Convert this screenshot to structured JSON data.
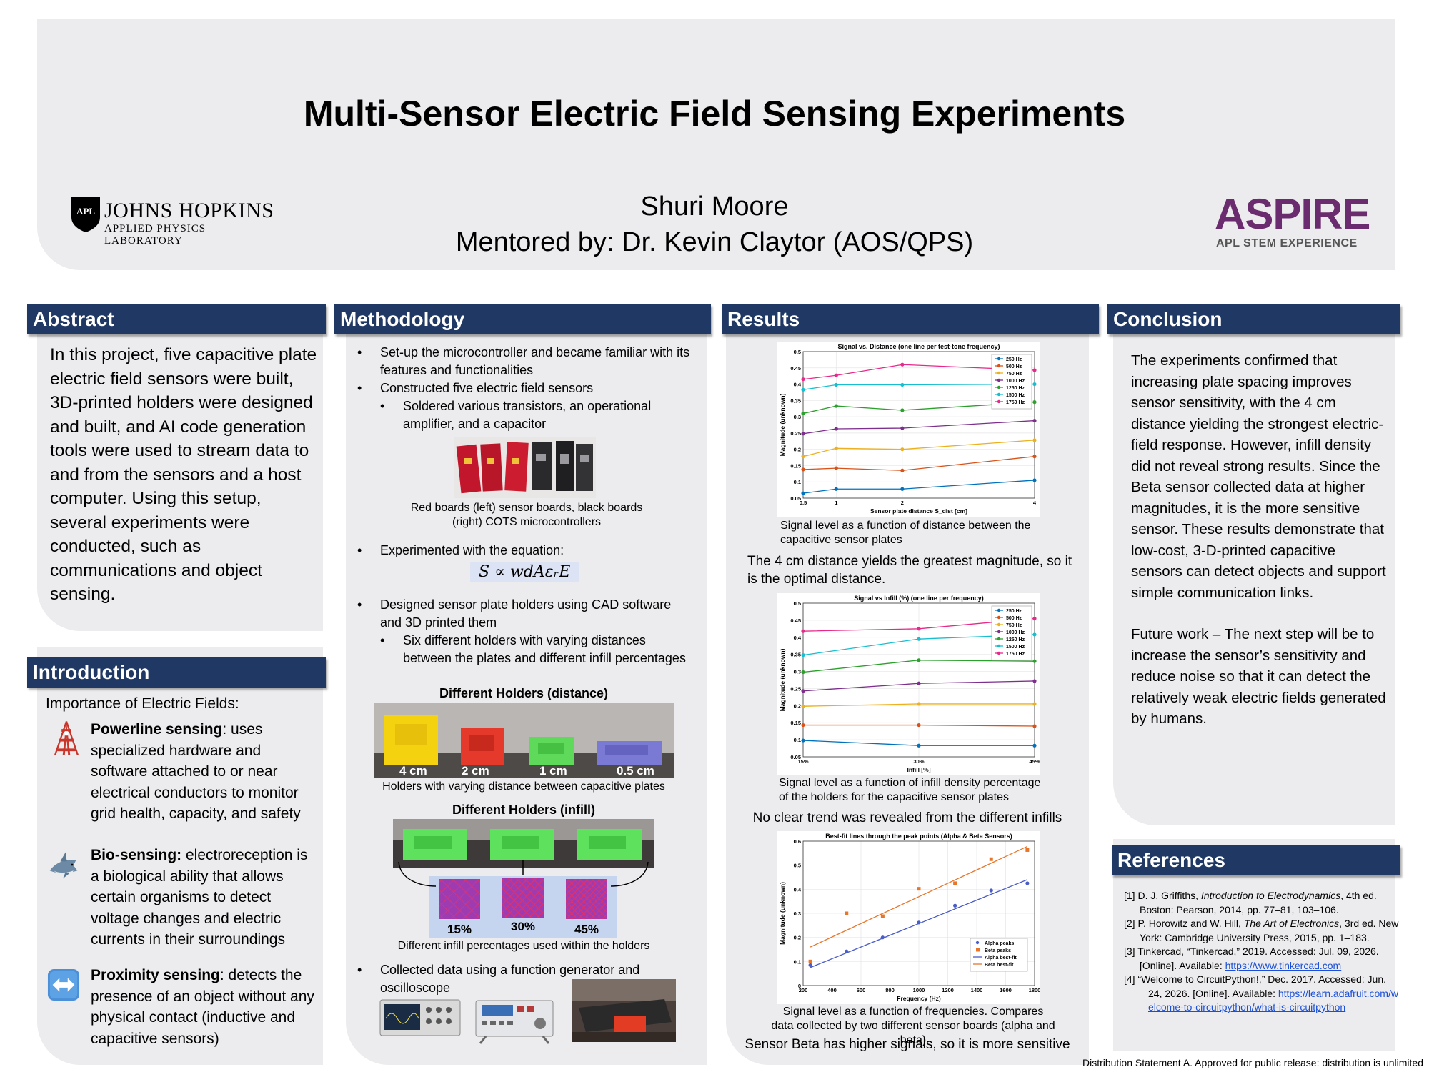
{
  "header": {
    "title": "Multi-Sensor Electric Field Sensing Experiments",
    "author": "Shuri Moore",
    "mentor": "Mentored by: Dr. Kevin Claytor (AOS/QPS)",
    "logo_left_name": "JOHNS HOPKINS",
    "logo_left_sub": "APPLIED PHYSICS LABORATORY",
    "logo_left_mark": "APL",
    "logo_right_name": "ASPIRE",
    "logo_right_sub": "APL STEM EXPERIENCE"
  },
  "colors": {
    "header_bar": "#1f3864",
    "panel": "#ececee",
    "aspire": "#6a2c6e"
  },
  "abstract": {
    "heading": "Abstract",
    "text": "In this project, five capacitive plate electric field sensors were built, 3D-printed holders were designed and built, and AI code generation tools were used to stream data to and from the sensors and a host computer. Using this setup, several experiments were conducted, such as communications and object sensing."
  },
  "introduction": {
    "heading": "Introduction",
    "lead": "Importance of Electric Fields:",
    "items": [
      {
        "icon": "tower-icon",
        "term": "Powerline sensing",
        "text": ": uses specialized hardware and software attached to or near electrical conductors to monitor grid health, capacity, and safety"
      },
      {
        "icon": "shark-icon",
        "term": "Bio-sensing:",
        "text": " electroreception is a biological ability that allows certain organisms to detect voltage changes and electric currents in their surroundings"
      },
      {
        "icon": "left-right-arrow-icon",
        "term": "Proximity sensing",
        "text": ": detects the presence of an object without any physical contact (inductive and capacitive sensors)"
      }
    ]
  },
  "methodology": {
    "heading": "Methodology",
    "b1": "Set-up the microcontroller and became familiar with its features and functionalities",
    "b2": "Constructed five electric field sensors",
    "b2a": "Soldered various transistors, an operational amplifier, and a capacitor",
    "boards_caption": "Red boards (left) sensor boards, black boards (right) COTS microcontrollers",
    "b3": "Experimented with the equation:",
    "equation": "S ∝ wdAεᵣE",
    "b4": "Designed sensor plate holders using CAD software and 3D printed them",
    "b4a": "Six different holders with varying distances between the plates and different infill percentages",
    "holders_distance_title": "Different Holders (distance)",
    "holder_labels": [
      "4 cm",
      "2 cm",
      "1 cm",
      "0.5 cm"
    ],
    "holders_distance_caption": "Holders with varying distance between capacitive plates",
    "holders_infill_title": "Different Holders (infill)",
    "infill_labels": [
      "15%",
      "30%",
      "45%"
    ],
    "holders_infill_caption": "Different infill percentages used within the holders",
    "b5": "Collected data using a function generator and oscilloscope"
  },
  "results": {
    "heading": "Results",
    "chart1_caption": "Signal level as a function of distance between the capacitive sensor plates",
    "chart1_finding": "The 4 cm distance yields the greatest magnitude, so it is the optimal distance.",
    "chart2_caption": "Signal level as a function of infill density percentage of the holders for the capacitive sensor plates",
    "chart2_finding": "No clear trend was revealed from the different infills",
    "chart3_caption": "Signal level as a function of frequencies. Compares data collected by two different sensor boards (alpha and beta)",
    "chart3_finding": "Sensor Beta has higher signals, so it is more sensitive"
  },
  "conclusion": {
    "heading": "Conclusion",
    "p1": "The experiments confirmed that increasing plate spacing improves sensor sensitivity, with the 4 cm distance yielding the strongest electric-field response. However, infill density did not reveal strong results. Since the Beta sensor collected data at higher magnitudes, it is the more sensitive sensor. These results demonstrate that low-cost, 3-D-printed capacitive sensors can detect objects and support simple communication links.",
    "p2": "Future work – The next step will be to increase the sensor’s sensitivity and reduce noise so that it can detect the relatively weak electric fields generated by humans."
  },
  "references": {
    "heading": "References",
    "r1a": "[1] D. J. Griffiths, ",
    "r1b": "Introduction to Electrodynamics",
    "r1c": ", 4th ed. Boston: Pearson, 2014, pp. 77–81, 103–106.",
    "r2a": "[2] P. Horowitz and W. Hill, ",
    "r2b": "The Art of Electronics",
    "r2c": ", 3rd ed. New York: Cambridge University Press, 2015, pp. 1–183.",
    "r3a": "[3] Tinkercad, “Tinkercad,” 2019. Accessed: Jul. 09, 2026. [Online]. Available: ",
    "r3link": "https://www.tinkercad.com",
    "r4a": "[4] “Welcome to CircuitPython!,” Dec. 2017. Accessed: Jun. 24, 2026. [Online]. Available: ",
    "r4link": "https://learn.adafruit.com/welcome-to-circuitpython/what-is-circuitpython"
  },
  "footer": "Distribution Statement A. Approved for public release: distribution is unlimited",
  "chart_data": [
    {
      "type": "line",
      "title": "Signal vs. Distance (one line per test-tone frequency)",
      "xlabel": "Sensor plate distance  S_dist  [cm]",
      "ylabel": "Magnitude (unknown)",
      "x": [
        0.5,
        1,
        2,
        4
      ],
      "x_ticks": [
        "0.5",
        "1",
        "2",
        "4"
      ],
      "ylim": [
        0.05,
        0.5
      ],
      "y_ticks": [
        "0.05",
        "0.1",
        "0.15",
        "0.2",
        "0.25",
        "0.3",
        "0.35",
        "0.4",
        "0.45",
        "0.5"
      ],
      "legend": "top-right",
      "series": [
        {
          "name": "250 Hz",
          "color": "#0072bd",
          "values": [
            0.065,
            0.078,
            0.078,
            0.105
          ]
        },
        {
          "name": "500 Hz",
          "color": "#d95319",
          "values": [
            0.138,
            0.142,
            0.135,
            0.178
          ]
        },
        {
          "name": "750 Hz",
          "color": "#edb120",
          "values": [
            0.178,
            0.203,
            0.2,
            0.228
          ]
        },
        {
          "name": "1000 Hz",
          "color": "#7e2f8e",
          "values": [
            0.248,
            0.263,
            0.265,
            0.288
          ]
        },
        {
          "name": "1250 Hz",
          "color": "#2ca02c",
          "values": [
            0.31,
            0.333,
            0.32,
            0.345
          ]
        },
        {
          "name": "1500 Hz",
          "color": "#17becf",
          "values": [
            0.383,
            0.398,
            0.398,
            0.4
          ]
        },
        {
          "name": "1750 Hz",
          "color": "#e7298a",
          "values": [
            0.415,
            0.427,
            0.46,
            0.443
          ]
        }
      ]
    },
    {
      "type": "line",
      "title": "Signal vs Infill (%) (one line per frequency)",
      "xlabel": "Infill [%]",
      "ylabel": "Magnitude (unknown)",
      "x": [
        15,
        30,
        45
      ],
      "x_ticks": [
        "15%",
        "30%",
        "45%"
      ],
      "ylim": [
        0.05,
        0.5
      ],
      "y_ticks": [
        "0.05",
        "0.1",
        "0.15",
        "0.2",
        "0.25",
        "0.3",
        "0.35",
        "0.4",
        "0.45",
        "0.5"
      ],
      "legend": "top-right",
      "series": [
        {
          "name": "250 Hz",
          "color": "#0072bd",
          "values": [
            0.098,
            0.083,
            0.083
          ]
        },
        {
          "name": "500 Hz",
          "color": "#d95319",
          "values": [
            0.143,
            0.143,
            0.14
          ]
        },
        {
          "name": "750 Hz",
          "color": "#edb120",
          "values": [
            0.198,
            0.205,
            0.205
          ]
        },
        {
          "name": "1000 Hz",
          "color": "#7e2f8e",
          "values": [
            0.243,
            0.265,
            0.272
          ]
        },
        {
          "name": "1250 Hz",
          "color": "#2ca02c",
          "values": [
            0.298,
            0.333,
            0.33
          ]
        },
        {
          "name": "1500 Hz",
          "color": "#17becf",
          "values": [
            0.348,
            0.395,
            0.408
          ]
        },
        {
          "name": "1750 Hz",
          "color": "#e7298a",
          "values": [
            0.418,
            0.425,
            0.455
          ]
        }
      ]
    },
    {
      "type": "scatter",
      "title": "Best-fit lines through the peak points (Alpha & Beta Sensors)",
      "xlabel": "Frequency (Hz)",
      "ylabel": "Magnitude (unknown)",
      "xlim": [
        200,
        1800
      ],
      "x_ticks": [
        "200",
        "400",
        "600",
        "800",
        "1000",
        "1200",
        "1400",
        "1600",
        "1800"
      ],
      "ylim": [
        0,
        0.6
      ],
      "y_ticks": [
        "0",
        "0.1",
        "0.2",
        "0.3",
        "0.4",
        "0.5",
        "0.6"
      ],
      "legend": "bottom-right",
      "series": [
        {
          "name": "Alpha peaks",
          "color": "#4a5cc8",
          "marker": "circle",
          "x": [
            250,
            500,
            750,
            1000,
            1250,
            1500,
            1750
          ],
          "values": [
            0.085,
            0.142,
            0.2,
            0.262,
            0.332,
            0.395,
            0.425
          ]
        },
        {
          "name": "Beta peaks",
          "color": "#e8762a",
          "marker": "square",
          "x": [
            250,
            500,
            750,
            1000,
            1250,
            1500,
            1750
          ],
          "values": [
            0.1,
            0.3,
            0.288,
            0.402,
            0.425,
            0.525,
            0.563
          ]
        },
        {
          "name": "Alpha best-fit",
          "color": "#4a5cc8",
          "kind": "line",
          "x": [
            250,
            1750
          ],
          "values": [
            0.075,
            0.44
          ]
        },
        {
          "name": "Beta best-fit",
          "color": "#e8762a",
          "kind": "line",
          "x": [
            250,
            1750
          ],
          "values": [
            0.16,
            0.578
          ]
        }
      ]
    }
  ]
}
